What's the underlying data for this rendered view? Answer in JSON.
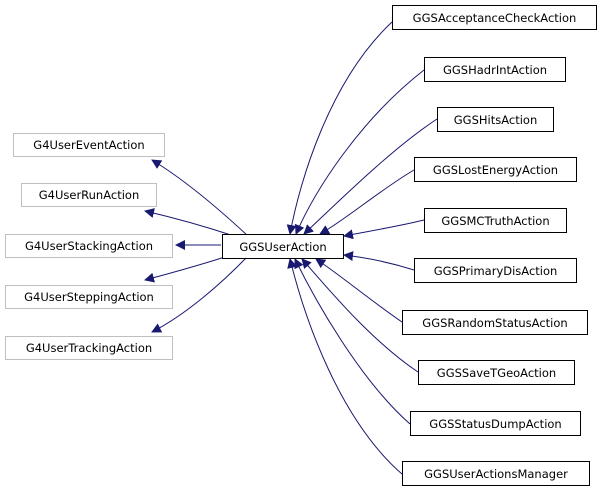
{
  "center": {
    "label": "GGSUserAction"
  },
  "parents": [
    {
      "label": "G4UserEventAction"
    },
    {
      "label": "G4UserRunAction"
    },
    {
      "label": "G4UserStackingAction"
    },
    {
      "label": "G4UserSteppingAction"
    },
    {
      "label": "G4UserTrackingAction"
    }
  ],
  "children": [
    {
      "label": "GGSAcceptanceCheckAction"
    },
    {
      "label": "GGSHadrIntAction"
    },
    {
      "label": "GGSHitsAction"
    },
    {
      "label": "GGSLostEnergyAction"
    },
    {
      "label": "GGSMCTruthAction"
    },
    {
      "label": "GGSPrimaryDisAction"
    },
    {
      "label": "GGSRandomStatusAction"
    },
    {
      "label": "GGSSaveTGeoAction"
    },
    {
      "label": "GGSStatusDumpAction"
    },
    {
      "label": "GGSUserActionsManager"
    }
  ],
  "colors": {
    "edge": "#191970",
    "node_border": "#000000",
    "external_border": "#bfbfbf"
  }
}
